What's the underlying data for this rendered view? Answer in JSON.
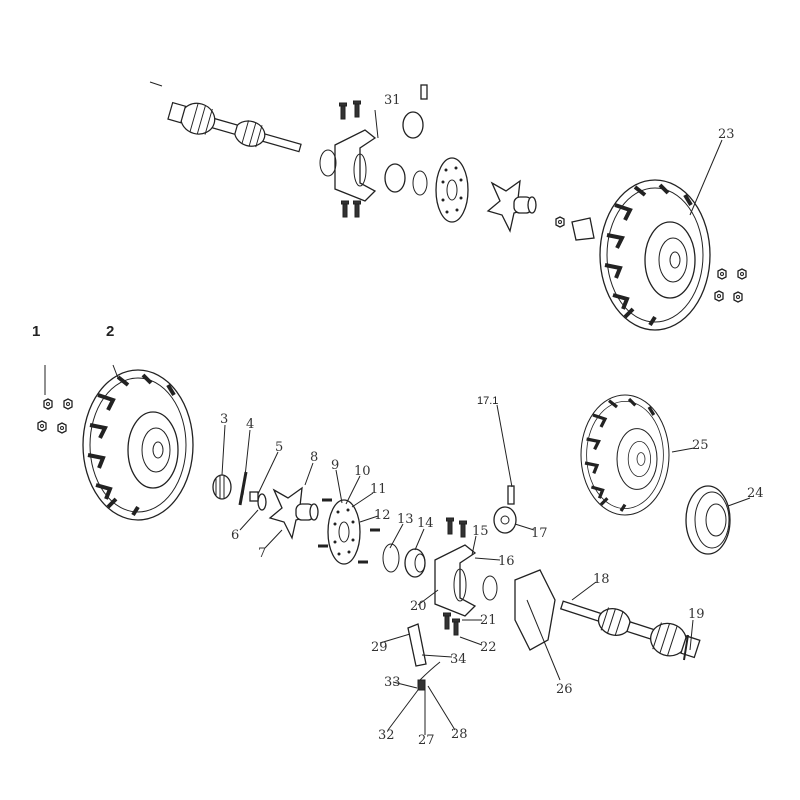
{
  "labels": {
    "p1": "1",
    "p2": "2",
    "p3": "3",
    "p4": "4",
    "p5": "5",
    "p6": "6",
    "p7": "7",
    "p8": "8",
    "p9": "9",
    "p10": "10",
    "p11": "11",
    "p12": "12",
    "p13": "13",
    "p14": "14",
    "p15": "15",
    "p16": "16",
    "p17": "17",
    "p17_1": "17.1",
    "p18": "18",
    "p19": "19",
    "p20": "20",
    "p21": "21",
    "p22": "22",
    "p23": "23",
    "p24": "24",
    "p25": "25",
    "p26": "26",
    "p27": "27",
    "p28": "28",
    "p29": "29",
    "p31": "31",
    "p32": "32",
    "p33": "33",
    "p34": "34"
  }
}
